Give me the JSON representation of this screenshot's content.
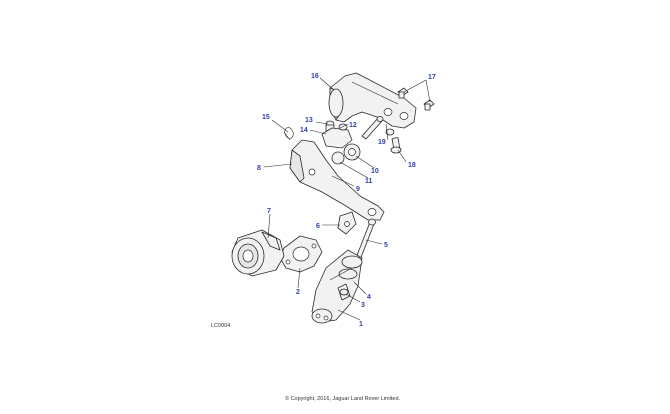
{
  "callouts": {
    "c1": "1",
    "c2": "2",
    "c3": "3",
    "c4": "4",
    "c5": "5",
    "c6": "6",
    "c7": "7",
    "c8": "8",
    "c9": "9",
    "c10": "10",
    "c11": "11",
    "c12": "12",
    "c13": "13",
    "c14": "14",
    "c15": "15",
    "c16": "16",
    "c17": "17",
    "c18": "18",
    "c19": "19"
  },
  "reference_code": "LC0004",
  "copyright": "© Copyright, 2016, Jaguar Land Rover Limited.",
  "colors": {
    "callout": "#2f3fae",
    "line": "#2a2a2a",
    "fill": "#f2f2f2"
  }
}
